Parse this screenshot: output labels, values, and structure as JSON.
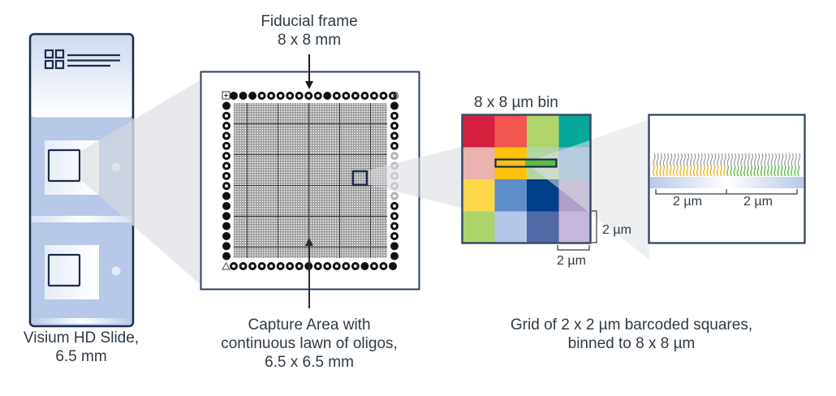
{
  "panels": {
    "slide": {
      "caption_line1": "Visium HD Slide,",
      "caption_line2": "6.5 mm",
      "border_color": "#1c2b4a",
      "fill_color": "#b7c8e8"
    },
    "capture_area": {
      "top_label_line1": "Fiducial frame",
      "top_label_line2": "8 x 8 mm",
      "bottom_label_line1": "Capture Area with",
      "bottom_label_line2": "continuous lawn of oligos,",
      "bottom_label_line3": "6.5 x 6.5 mm",
      "fiducial_dots_per_side": 18,
      "corner_markers": [
        "plus-box",
        "target-circle",
        "warning-triangle"
      ]
    },
    "bin": {
      "title": "8 x 8 µm bin",
      "grid_size": "4 x 4",
      "cell_colors": [
        [
          "#d4203f",
          "#f2564f",
          "#b0d46a",
          "#06a89c"
        ],
        [
          "#eab3ad",
          "#ffc20e",
          "#b3d6a6",
          "#86b3d6"
        ],
        [
          "#fdd84a",
          "#5d8ecc",
          "#003f8a",
          "#b29fc9"
        ],
        [
          "#acd46b",
          "#b5c7e8",
          "#5068a6",
          "#c5b6dc"
        ]
      ],
      "scale_vertical_label": "2 µm",
      "scale_horizontal_label": "2 µm"
    },
    "oligos": {
      "left_label": "2 µm",
      "right_label": "2 µm",
      "left_color": "#f3b51b",
      "right_color": "#5dbb46",
      "tail_color": "#9a9a9a"
    },
    "summary": {
      "line1": "Grid of 2 x 2 µm barcoded squares,",
      "line2": "binned to 8 x 8 µm"
    }
  },
  "colors": {
    "navy": "#1c2b4a",
    "projection": "#e6e7ea",
    "text": "#2f3a44"
  }
}
